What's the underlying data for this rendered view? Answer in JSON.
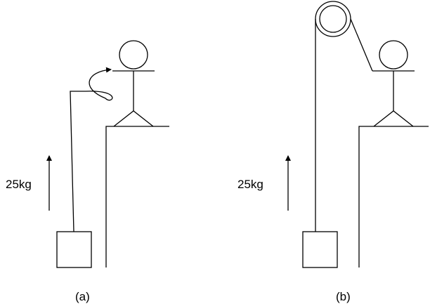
{
  "diagram": {
    "panel_a": {
      "mass_label": "25kg",
      "caption": "(a)"
    },
    "panel_b": {
      "mass_label": "25kg",
      "caption": "(b)"
    }
  },
  "colors": {
    "line": "#000000",
    "background": "#ffffff"
  }
}
